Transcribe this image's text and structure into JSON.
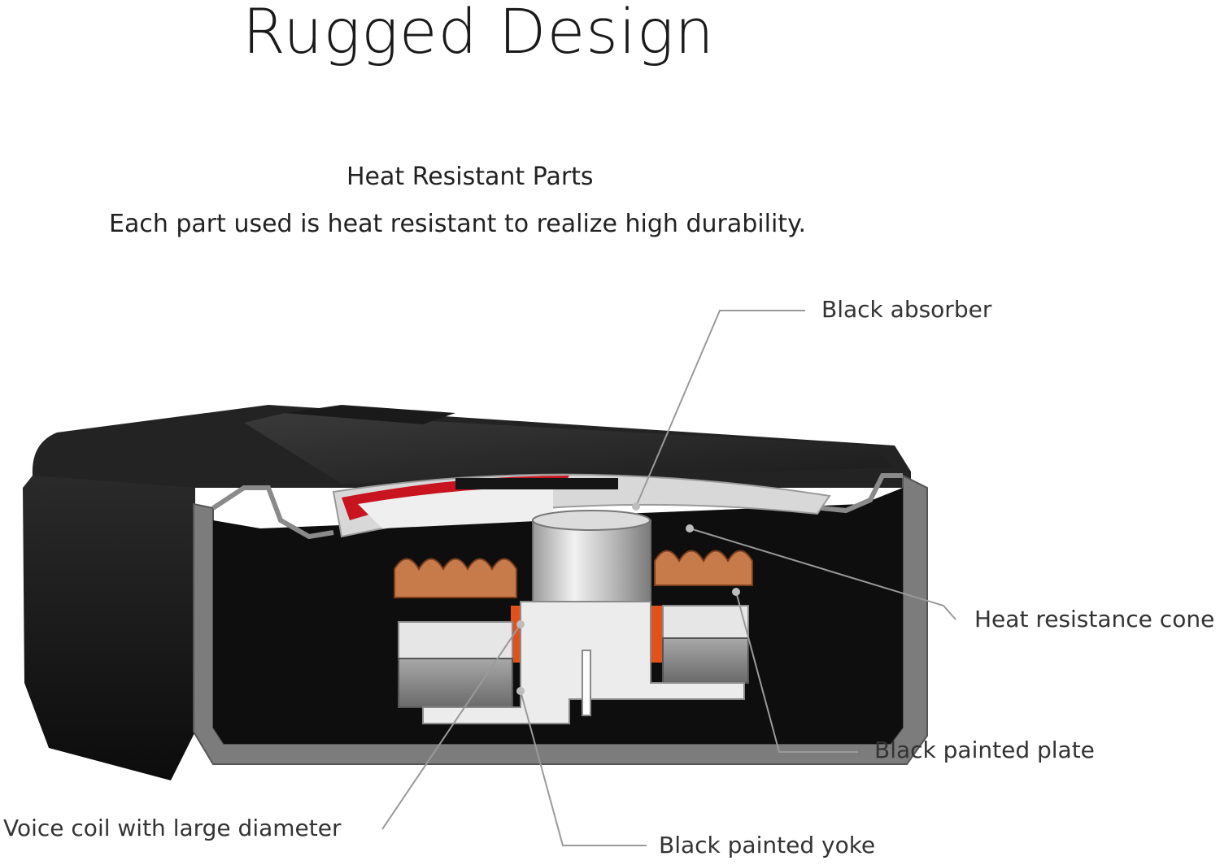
{
  "header": {
    "title": "Rugged Design",
    "subtitle": "Heat Resistant Parts",
    "description": "Each part used is heat resistant to realize high durability."
  },
  "callouts": {
    "black_absorber": "Black absorber",
    "heat_resistance_cone": "Heat resistance cone",
    "black_painted_plate": "Black painted plate",
    "voice_coil": "Voice coil with large diameter",
    "black_painted_yoke": "Black painted yoke"
  },
  "colors": {
    "enclosure": "#141414",
    "enclosure_edge": "#6e6e6e",
    "cone_red": "#c8141e",
    "cone_silver": "#d9d9d9",
    "coil_copper": "#c77b4b",
    "magnet_grey": "#8c8c8c",
    "plate_light": "#e6e6e6",
    "leader_line": "#9a9a9a"
  }
}
